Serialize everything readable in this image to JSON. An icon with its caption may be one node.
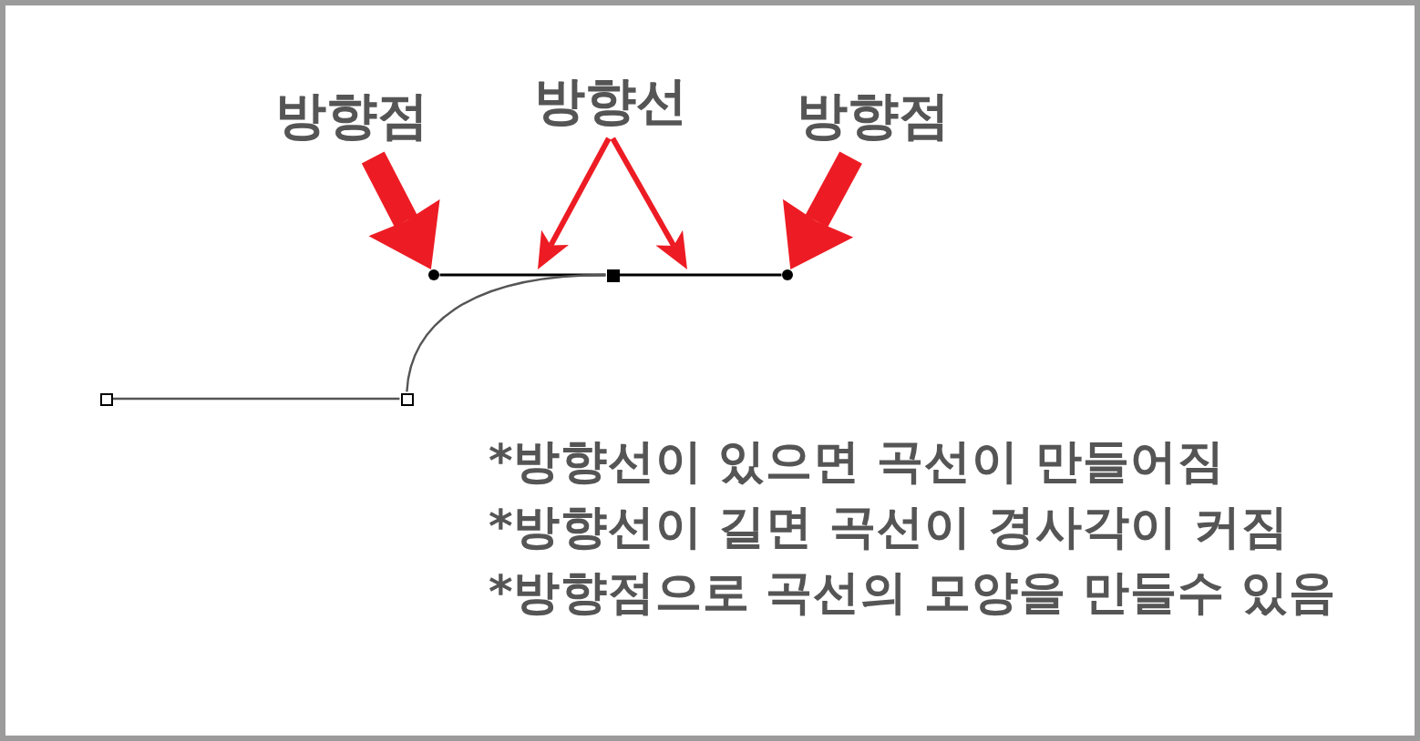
{
  "diagram": {
    "nodes": [
      {
        "text": [
          "방향점"
        ]
      },
      {
        "text": [
          "방향선"
        ]
      },
      {
        "text": [
          "방향점"
        ]
      },
      {
        "text": [],
        "shape": "circle"
      },
      {
        "text": [],
        "shape": "box"
      },
      {
        "text": [],
        "shape": "circle"
      },
      {
        "text": [],
        "shape": "box"
      },
      {
        "text": [],
        "shape": "box"
      }
    ],
    "edges": [
      {
        "from": 0,
        "to": 3,
        "arrow": "to",
        "style": "thick",
        "color": "#ed1c24"
      },
      {
        "from": 1,
        "to": null,
        "arrow": "to",
        "color": "#ed1c24"
      },
      {
        "from": 1,
        "to": null,
        "arrow": "to",
        "color": "#ed1c24"
      },
      {
        "from": 2,
        "to": 5,
        "arrow": "to",
        "style": "thick",
        "color": "#ed1c24"
      },
      {
        "from": 4,
        "to": 3,
        "arrow": "none",
        "color": "#000000"
      },
      {
        "from": 4,
        "to": 5,
        "arrow": "none",
        "color": "#000000"
      },
      {
        "from": 6,
        "to": 7,
        "arrow": "none",
        "color": "#555555"
      },
      {
        "from": 7,
        "to": 4,
        "arrow": "none",
        "color": "#555555"
      }
    ],
    "labels": [
      "*방향선이 있으면 곡선이 만들어짐",
      "*방향선이 길면 곡선이 경사각이 커짐",
      "*방향점으로 곡선의 모양을 만들수 있음"
    ]
  }
}
